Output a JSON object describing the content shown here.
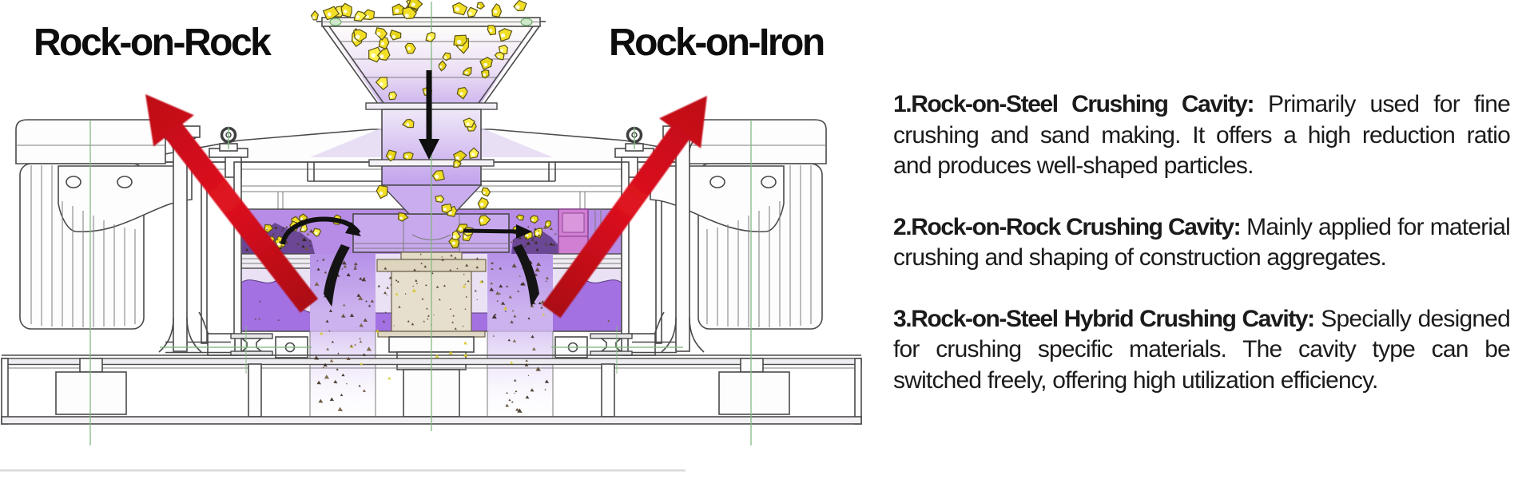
{
  "labels": {
    "left": "Rock-on-Rock",
    "right": "Rock-on-Iron"
  },
  "info": {
    "paragraphs": [
      {
        "lead": "1.Rock-on-Steel Crushing Cavity:",
        "lines": [
          " Primarily used for fine",
          "crushing and sand making. It offers a high reduction ratio",
          "and produces well-shaped particles."
        ]
      },
      {
        "lead": "2.Rock-on-Rock Crushing Cavity:",
        "lines": [
          " Mainly applied for material",
          "crushing and shaping of construction aggregates."
        ]
      },
      {
        "lead": "3.Rock-on-Steel Hybrid Crushing Cavity:",
        "lines": [
          " Specially designed",
          "for crushing specific materials. The cavity type can be",
          "switched freely, offering high utilization efficiency."
        ]
      }
    ]
  },
  "diagram": {
    "colors": {
      "arrow_red": "#c90f1a",
      "rock_yellow": "#f2df25",
      "rock_outline": "#5a5315",
      "chamber_purple": "#b78ce6",
      "bowl_purple": "#a471e2",
      "pale_purple": "#eae2f4",
      "dark_pile": "#6b4796",
      "magenta_block": "#d07fd2",
      "pedestal_beige": "#e3dbc6",
      "centerline_green": "#7fb97f",
      "flow_black": "#121212",
      "outline": "#4a4a4a"
    }
  }
}
